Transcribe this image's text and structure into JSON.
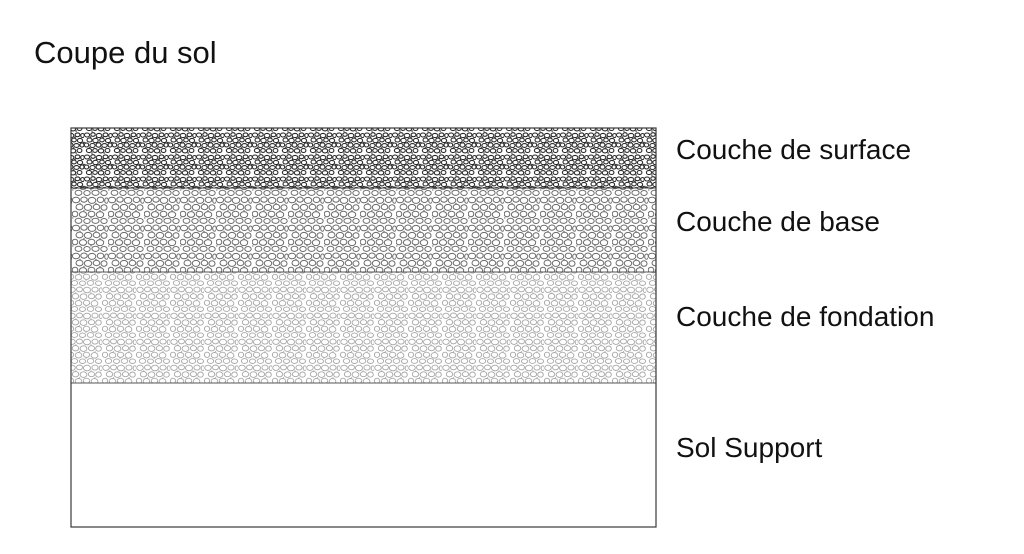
{
  "title": "Coupe du sol",
  "layers": [
    {
      "label": "Couche de surface",
      "texture": "dense-gravel",
      "tone": "#404040"
    },
    {
      "label": "Couche de base",
      "texture": "medium-gravel",
      "tone": "#8a8a8a"
    },
    {
      "label": "Couche de fondation",
      "texture": "light-gravel",
      "tone": "#c2c2c2"
    },
    {
      "label": "Sol Support",
      "texture": "none",
      "tone": "#ffffff"
    }
  ]
}
